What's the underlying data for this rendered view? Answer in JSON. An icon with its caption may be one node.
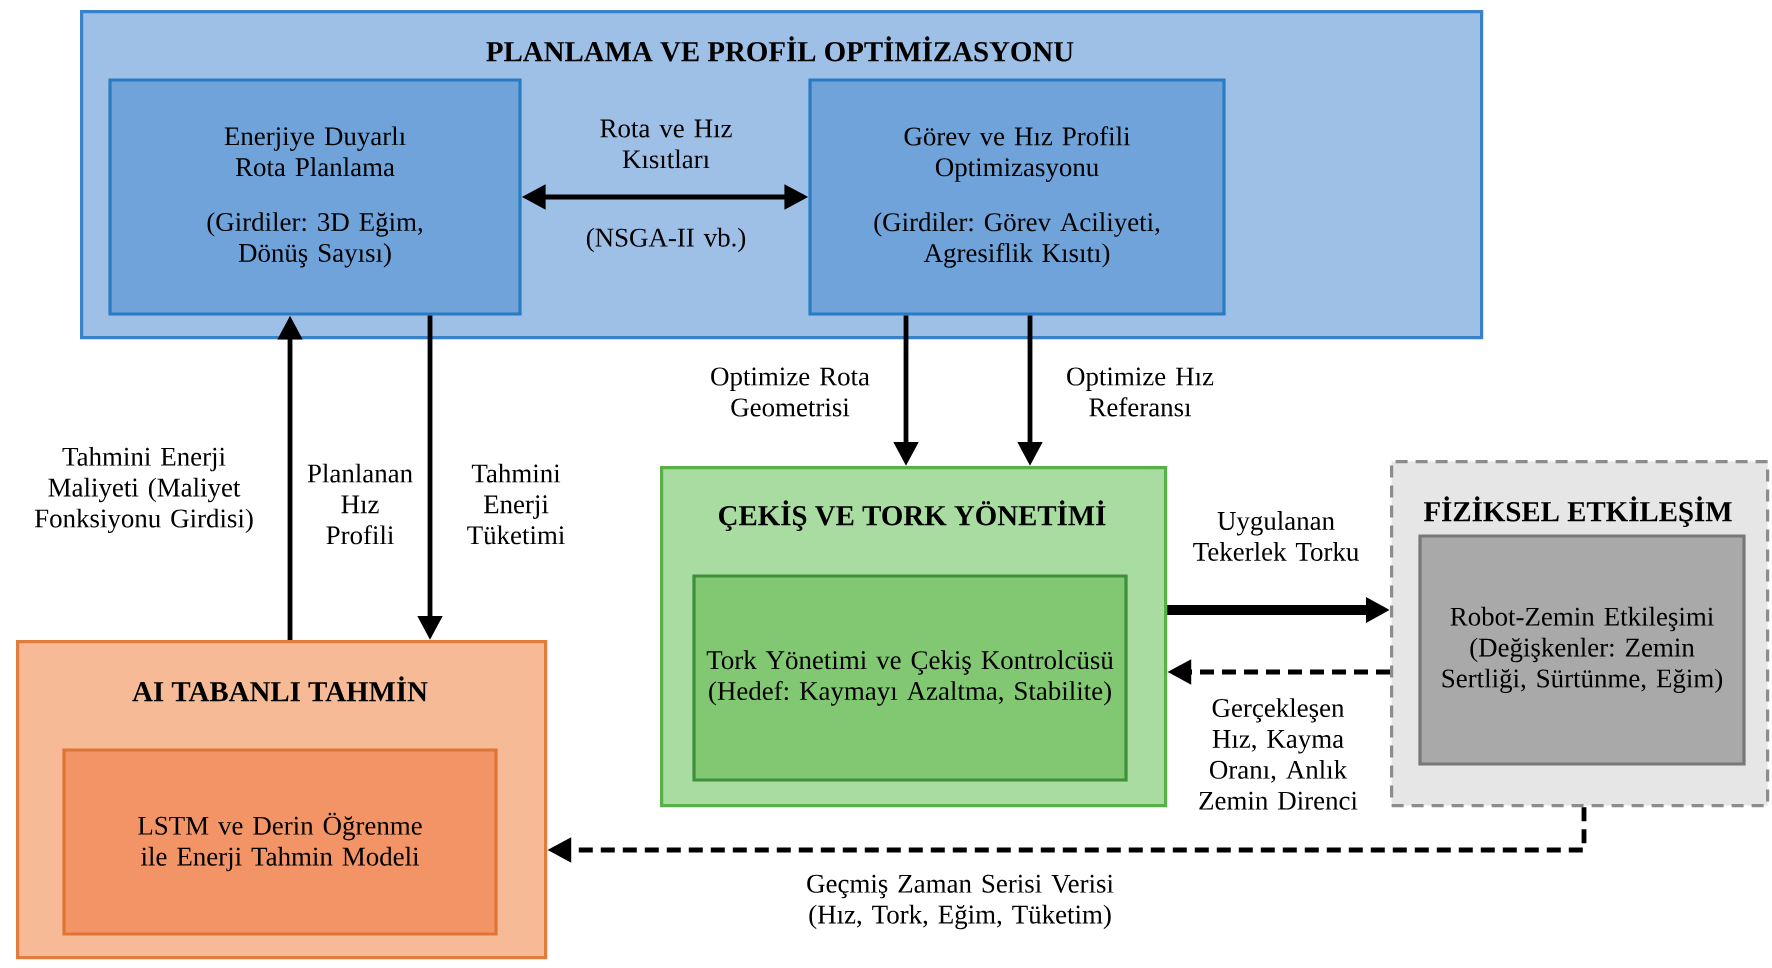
{
  "diagram": {
    "nodes": [
      {
        "text": [
          "PLANLAMA VE PROFİL OPTİMİZASYONU"
        ]
      },
      {
        "text": [
          "Enerjiye Duyarlı Rota Planlama",
          "(Girdiler: 3D Eğim, Dönüş Sayısı)"
        ],
        "in": 0
      },
      {
        "text": [
          "Görev ve Hız Profili Optimizasyonu",
          "(Girdiler: Görev Aciliyeti, Agresiflik Kısıtı)"
        ],
        "in": 0
      },
      {
        "text": [
          "ÇEKİŞ VE TORK YÖNETİMİ"
        ]
      },
      {
        "text": [
          "Tork Yönetimi ve Çekiş Kontrolcüsü",
          "(Hedef: Kaymayı Azaltma, Stabilite)"
        ],
        "in": 3
      },
      {
        "text": [
          "FİZİKSEL ETKİLEŞİM"
        ]
      },
      {
        "text": [
          "Robot-Zemin Etkileşimi",
          "(Değişkenler: Zemin Sertliği, Sürtünme, Eğim)"
        ],
        "in": 5
      },
      {
        "text": [
          "AI TABANLI TAHMİN"
        ]
      },
      {
        "text": [
          "LSTM ve Derin Öğrenme ile Enerji Tahmin Modeli"
        ],
        "in": 7
      }
    ],
    "edges": [
      {
        "from": 1,
        "to": 2,
        "arrow": "both",
        "label": "Rota ve Hız Kısıtları"
      },
      {
        "from": 7,
        "to": 1,
        "arrow": "to",
        "label": "Tahmini Enerji Maliyeti (Maliyet Fonksiyonu Girdisi)"
      },
      {
        "from": 1,
        "to": 7,
        "arrow": "to",
        "label": "Planlanan Hız Profili"
      },
      {
        "from": 2,
        "to": 3,
        "arrow": "to",
        "label": "Optimize Rota Geometrisi"
      },
      {
        "from": 2,
        "to": 3,
        "arrow": "to",
        "label": "Optimize Hız Referansı"
      },
      {
        "from": 3,
        "to": 5,
        "arrow": "to",
        "label": "Uygulanan Tekerlek Torku",
        "style": "thick"
      },
      {
        "from": 5,
        "to": 3,
        "arrow": "to",
        "label": "Gerçekleşen Hız, Kayma Oranı, Anlık Zemin Direnci",
        "style": "dashed"
      },
      {
        "from": 5,
        "to": 7,
        "arrow": "to",
        "label": "Geçmiş Zaman Serisi Verisi (Hız, Tork, Eğim, Tüketim)",
        "style": "dashed"
      }
    ],
    "labels": [
      "(NSGA-II vb.)",
      "Tahmini Enerji Tüketimi"
    ]
  }
}
